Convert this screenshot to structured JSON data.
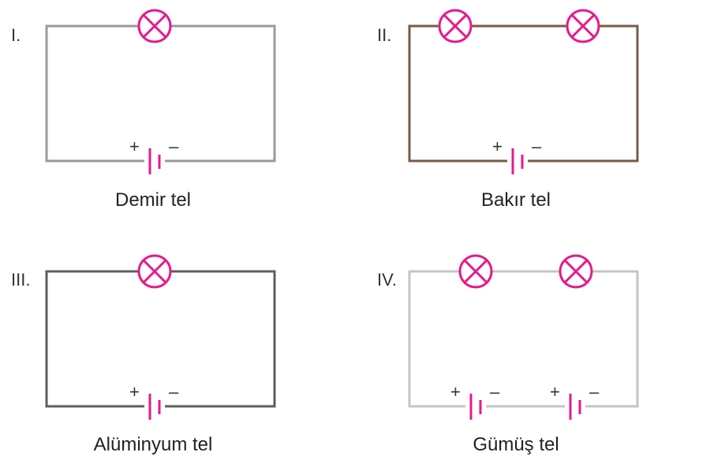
{
  "colors": {
    "bulb": "#e6198c",
    "battery": "#e6198c"
  },
  "circuits": [
    {
      "numeral": "I.",
      "caption": "Demir tel",
      "wire_color": "#9a9a9a",
      "bulbs": 1,
      "batteries": 1
    },
    {
      "numeral": "II.",
      "caption": "Bakır tel",
      "wire_color": "#7a5a45",
      "bulbs": 2,
      "batteries": 1
    },
    {
      "numeral": "III.",
      "caption": "Alüminyum tel",
      "wire_color": "#5e5e5e",
      "bulbs": 1,
      "batteries": 1
    },
    {
      "numeral": "IV.",
      "caption": "Gümüş tel",
      "wire_color": "#c4c4c4",
      "bulbs": 2,
      "batteries": 2
    }
  ],
  "battery_labels": {
    "plus": "+",
    "minus": "–"
  }
}
